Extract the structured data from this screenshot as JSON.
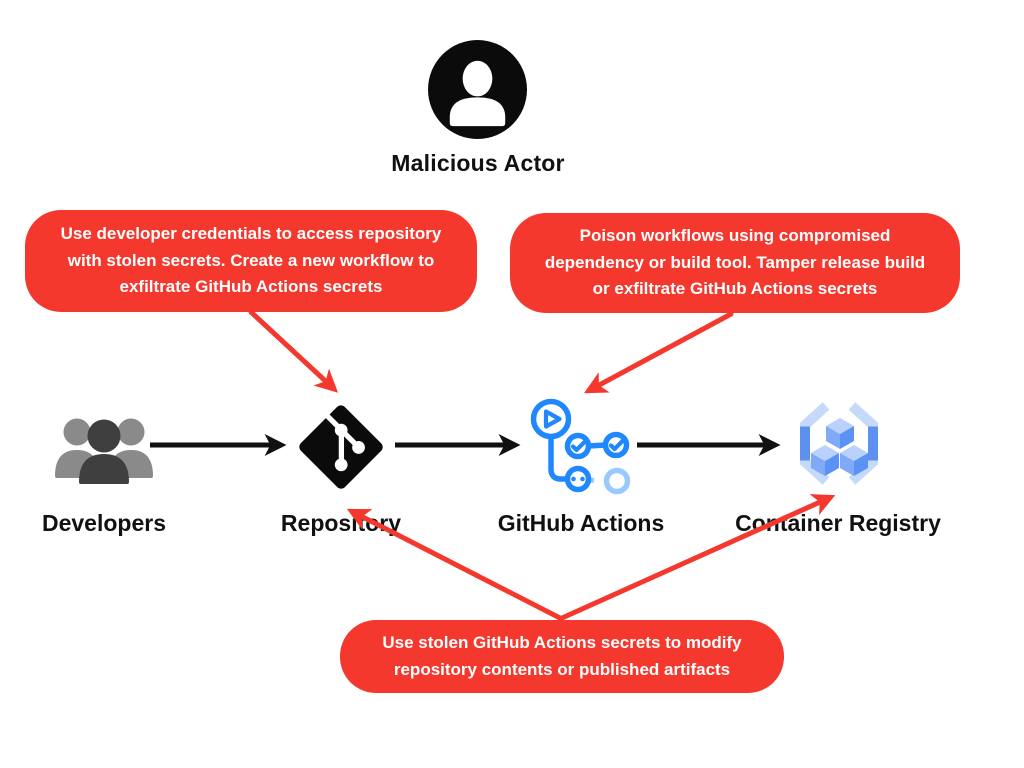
{
  "actor": {
    "label": "Malicious Actor",
    "icon": "person-icon"
  },
  "callouts": {
    "left": "Use developer credentials to access repository with stolen secrets. Create a new workflow to exfiltrate GitHub Actions secrets",
    "right": "Poison workflows using compromised dependency or build tool. Tamper release build or exfiltrate GitHub Actions secrets",
    "bottom": "Use stolen GitHub Actions secrets to modify repository contents or published artifacts"
  },
  "nodes": [
    {
      "label": "Developers",
      "icon": "developers-group-icon"
    },
    {
      "label": "Repository",
      "icon": "git-repository-icon"
    },
    {
      "label": "GitHub Actions",
      "icon": "github-actions-icon"
    },
    {
      "label": "Container Registry",
      "icon": "container-registry-icon"
    }
  ],
  "flow": {
    "black_arrows": [
      "Developers → Repository",
      "Repository → GitHub Actions",
      "GitHub Actions → Container Registry"
    ],
    "red_arrows": [
      "left-callout → Repository",
      "right-callout → GitHub Actions",
      "bottom-callout → Repository",
      "bottom-callout → Container Registry"
    ]
  },
  "colors": {
    "callout_red": "#f4382e",
    "arrow_black": "#111111",
    "actions_blue": "#2088ff"
  }
}
